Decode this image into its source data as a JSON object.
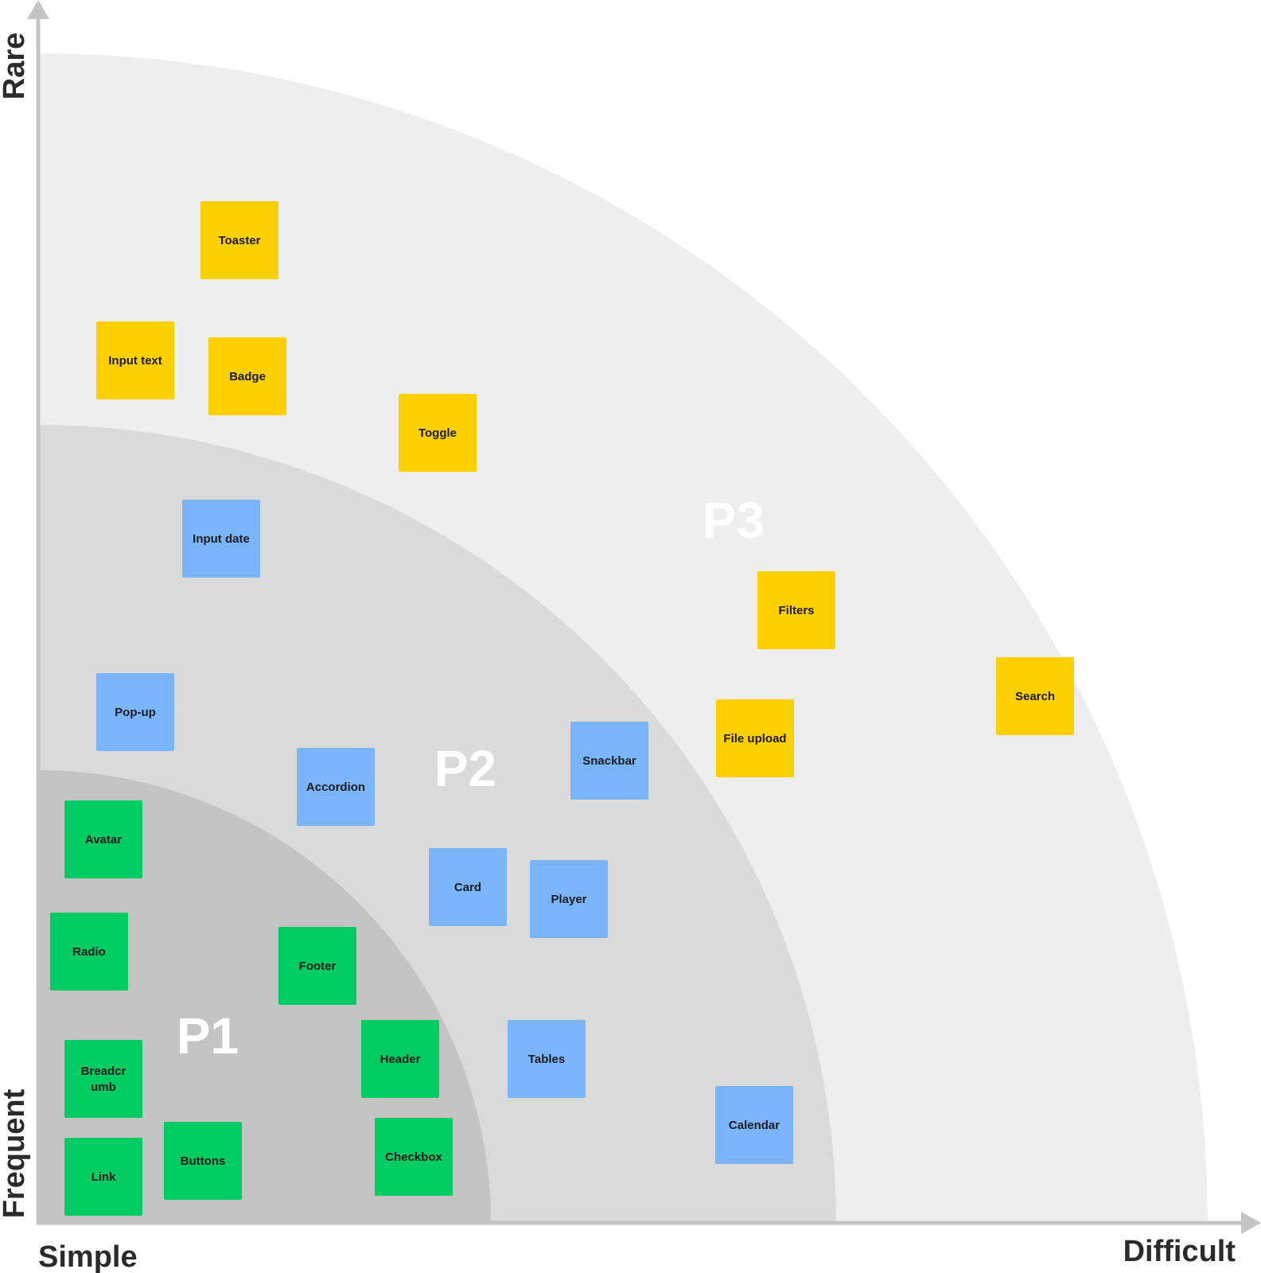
{
  "axes": {
    "x_left": "Simple",
    "x_right": "Difficult",
    "y_top": "Rare",
    "y_bottom": "Frequent"
  },
  "colors": {
    "axis": "#c4c4c4",
    "zone_p1": "#c4c4c4",
    "zone_p2": "#dadada",
    "zone_p3": "#eeeeee",
    "zone_label": "#ffffff",
    "axis_text": "#2b2b2b",
    "note_text": "#1c1c1c",
    "green": "#00cc63",
    "blue": "#7ab5fb",
    "yellow": "#ffd000"
  },
  "zones": [
    {
      "label": "P3"
    },
    {
      "label": "P2"
    },
    {
      "label": "P1"
    }
  ],
  "notes": [
    {
      "lines": [
        "Toaster"
      ],
      "color": "yellow"
    },
    {
      "lines": [
        "Input text"
      ],
      "color": "yellow"
    },
    {
      "lines": [
        "Badge"
      ],
      "color": "yellow"
    },
    {
      "lines": [
        "Toggle"
      ],
      "color": "yellow"
    },
    {
      "lines": [
        "Filters"
      ],
      "color": "yellow"
    },
    {
      "lines": [
        "Search"
      ],
      "color": "yellow"
    },
    {
      "lines": [
        "File upload"
      ],
      "color": "yellow"
    },
    {
      "lines": [
        "Input date"
      ],
      "color": "blue"
    },
    {
      "lines": [
        "Pop-up"
      ],
      "color": "blue"
    },
    {
      "lines": [
        "Accordion"
      ],
      "color": "blue"
    },
    {
      "lines": [
        "Snackbar"
      ],
      "color": "blue"
    },
    {
      "lines": [
        "Card"
      ],
      "color": "blue"
    },
    {
      "lines": [
        "Player"
      ],
      "color": "blue"
    },
    {
      "lines": [
        "Tables"
      ],
      "color": "blue"
    },
    {
      "lines": [
        "Calendar"
      ],
      "color": "blue"
    },
    {
      "lines": [
        "Avatar"
      ],
      "color": "green"
    },
    {
      "lines": [
        "Radio"
      ],
      "color": "green"
    },
    {
      "lines": [
        "Footer"
      ],
      "color": "green"
    },
    {
      "lines": [
        "Header"
      ],
      "color": "green"
    },
    {
      "lines": [
        "Breadcr",
        "umb"
      ],
      "color": "green"
    },
    {
      "lines": [
        "Link"
      ],
      "color": "green"
    },
    {
      "lines": [
        "Buttons"
      ],
      "color": "green"
    },
    {
      "lines": [
        "Checkbox"
      ],
      "color": "green"
    }
  ]
}
